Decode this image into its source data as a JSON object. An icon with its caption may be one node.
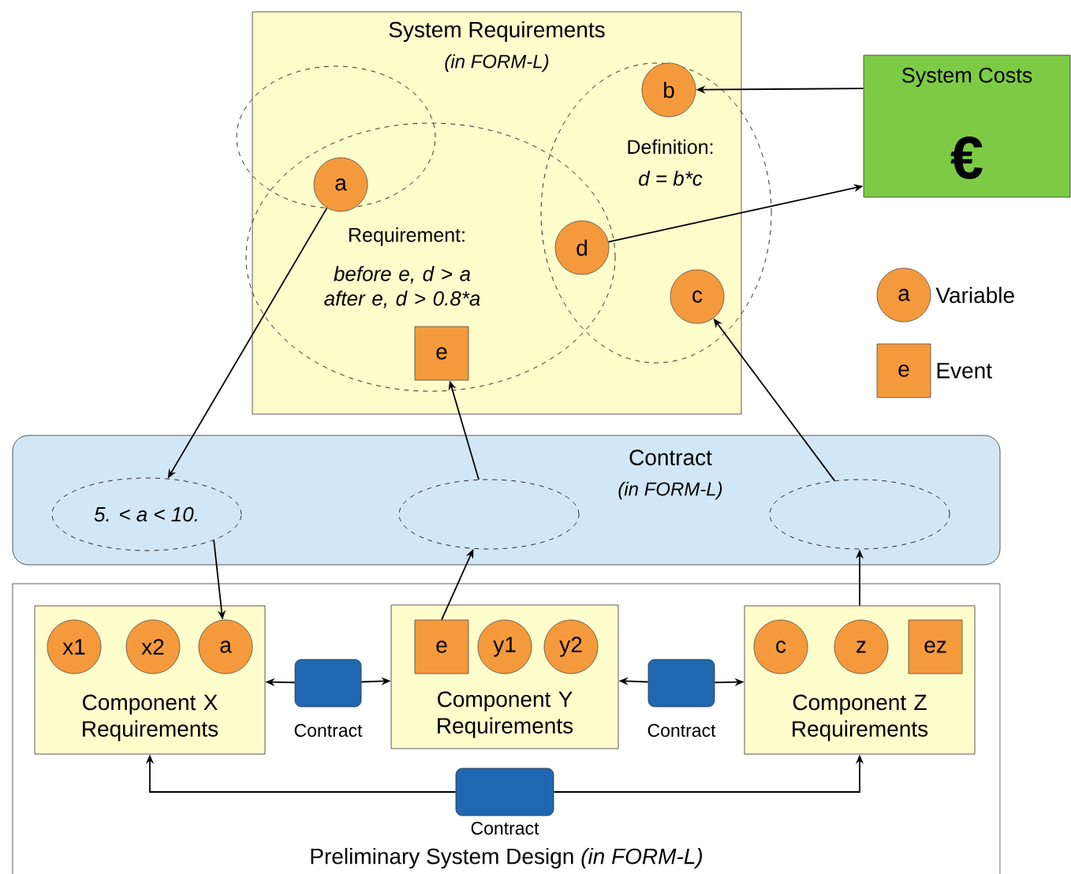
{
  "diagram": {
    "nodes": [
      {
        "text": [
          "System Requirements",
          "(in FORM-L)"
        ]
      },
      {
        "text": [],
        "shape": "ellipse",
        "in": 0
      },
      {
        "text": [
          "Requirement:",
          "before e, d > a after e, d > 0.8*a"
        ],
        "in": 0
      },
      {
        "text": [
          "Definition:",
          "d = b*c"
        ],
        "in": 0
      },
      {
        "text": [
          "a"
        ]
      },
      {
        "text": [
          "b"
        ],
        "in": 3
      },
      {
        "text": [
          "d"
        ]
      },
      {
        "text": [
          "c"
        ],
        "in": 3
      },
      {
        "text": [
          "e"
        ],
        "in": 2
      },
      {
        "text": [
          "System Costs",
          "€"
        ]
      },
      {
        "text": [
          "a"
        ],
        "beside": [
          "Variable"
        ]
      },
      {
        "text": [
          "e"
        ],
        "beside": [
          "Event"
        ]
      },
      {
        "text": [
          "Contract",
          "(in FORM-L)"
        ]
      },
      {
        "text": [
          "5. < a < 10."
        ],
        "in": 12
      },
      {
        "text": [],
        "shape": "ellipse",
        "in": 12
      },
      {
        "text": [],
        "shape": "ellipse",
        "in": 12
      },
      {
        "text": [
          "Preliminary System Design *(in FORM-L)*"
        ]
      },
      {
        "text": [
          "Component X Requirements"
        ],
        "in": 16
      },
      {
        "text": [
          "x1"
        ],
        "in": 17
      },
      {
        "text": [
          "x2"
        ],
        "in": 17
      },
      {
        "text": [
          "a"
        ],
        "in": 17
      },
      {
        "text": [],
        "shape": "box",
        "beside": [
          "Contract"
        ],
        "in": 16
      },
      {
        "text": [
          "Component Y Requirements"
        ],
        "in": 16
      },
      {
        "text": [
          "e"
        ],
        "in": 22
      },
      {
        "text": [
          "y1"
        ],
        "in": 22
      },
      {
        "text": [
          "y2"
        ],
        "in": 22
      },
      {
        "text": [],
        "shape": "box",
        "beside": [
          "Contract"
        ],
        "in": 16
      },
      {
        "text": [
          "Component Z Requirements"
        ],
        "in": 16
      },
      {
        "text": [
          "c"
        ],
        "in": 27
      },
      {
        "text": [
          "z"
        ],
        "in": 27
      },
      {
        "text": [
          "ez"
        ],
        "in": 27
      },
      {
        "text": [],
        "shape": "box",
        "beside": [
          "Contract"
        ],
        "in": 16
      }
    ],
    "edges": [
      {
        "from": 9,
        "to": 5,
        "arrow": "to"
      },
      {
        "from": 6,
        "to": 9,
        "arrow": "to"
      },
      {
        "from": 4,
        "to": 13,
        "arrow": "to"
      },
      {
        "from": 13,
        "to": 20,
        "arrow": "to"
      },
      {
        "from": 23,
        "to": 14,
        "arrow": "to"
      },
      {
        "from": 14,
        "to": 8,
        "arrow": "to"
      },
      {
        "from": 27,
        "to": 15,
        "arrow": "to"
      },
      {
        "from": 15,
        "to": 7,
        "arrow": "to"
      },
      {
        "from": 21,
        "to": 17,
        "arrow": "to"
      },
      {
        "from": 21,
        "to": 22,
        "arrow": "to"
      },
      {
        "from": 26,
        "to": 22,
        "arrow": "to"
      },
      {
        "from": 26,
        "to": 27,
        "arrow": "to"
      },
      {
        "from": 31,
        "to": 17,
        "arrow": "to"
      },
      {
        "from": 31,
        "to": 27,
        "arrow": "to"
      }
    ]
  }
}
